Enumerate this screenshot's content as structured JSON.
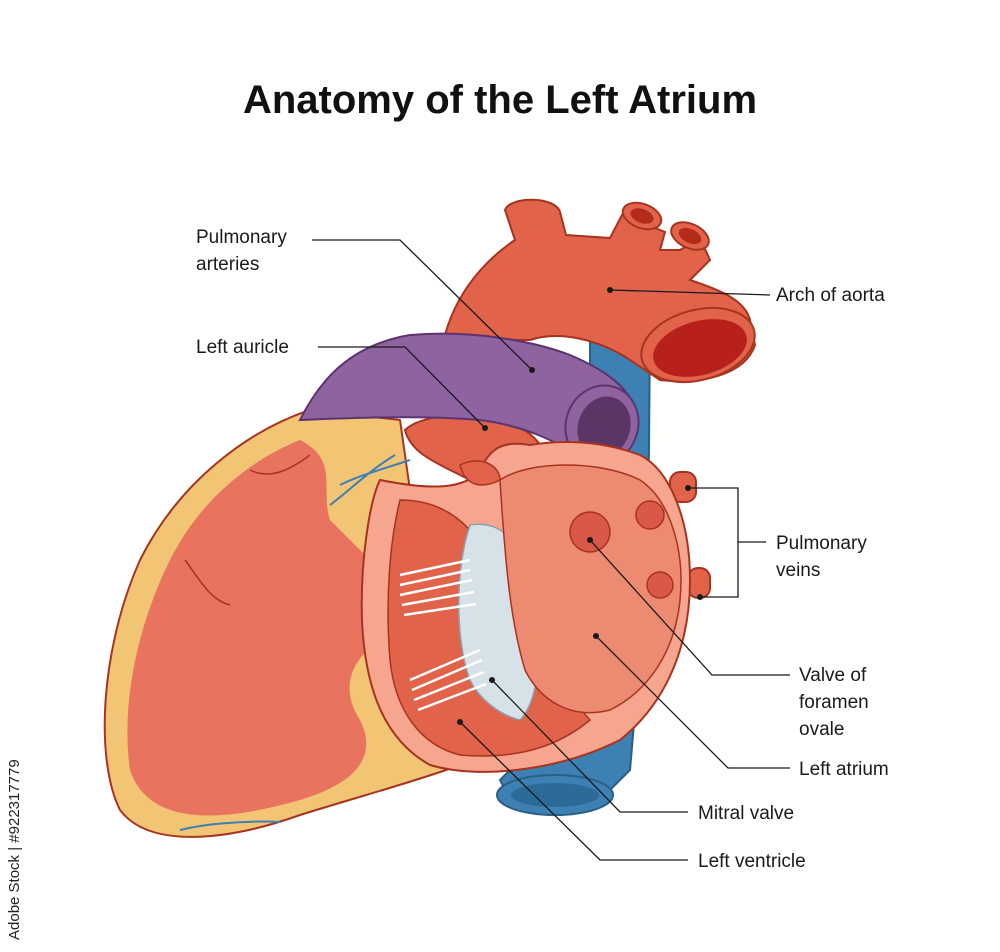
{
  "title": "Anatomy of the Left Atrium",
  "labels": {
    "pulmonary_arteries": [
      "Pulmonary",
      "arteries"
    ],
    "left_auricle": "Left auricle",
    "arch_of_aorta": "Arch of aorta",
    "pulmonary_veins": [
      "Pulmonary",
      "veins"
    ],
    "valve_of_foramen_ovale": [
      "Valve of",
      "foramen",
      "ovale"
    ],
    "left_atrium": "Left atrium",
    "mitral_valve": "Mitral valve",
    "left_ventricle": "Left ventricle"
  },
  "watermark": "Adobe Stock | #922317779",
  "colors": {
    "aorta": "#e0634a",
    "pulmonary_artery": "#8f62a0",
    "vein": "#3d80b3",
    "myocardium": "#e8735e",
    "fat": "#f2c574",
    "inner_wall": "#f6a58e",
    "valve": "#d6e2e8"
  }
}
